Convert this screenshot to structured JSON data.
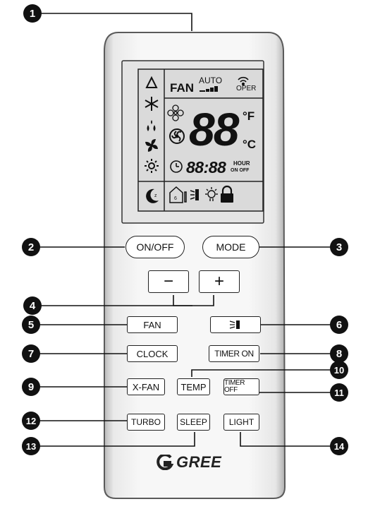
{
  "callouts": [
    "1",
    "2",
    "3",
    "4",
    "5",
    "6",
    "7",
    "8",
    "9",
    "10",
    "11",
    "12",
    "13",
    "14"
  ],
  "lcd": {
    "fan": "FAN",
    "auto": "AUTO",
    "oper": "OPER",
    "temp_digits": "88",
    "unit_f": "°F",
    "unit_c": "°C",
    "time_digits": "88:88",
    "hour": "HOUR",
    "on_off": "ON OFF"
  },
  "buttons": {
    "on_off": "ON/OFF",
    "mode": "MODE",
    "minus": "−",
    "plus": "+",
    "fan": "FAN",
    "swing_icon": "swing-icon",
    "clock": "CLOCK",
    "timer_on": "TIMER ON",
    "x_fan": "X-FAN",
    "temp": "TEMP",
    "timer_off": "TIMER OFF",
    "turbo": "TURBO",
    "sleep": "SLEEP",
    "light": "LIGHT"
  },
  "brand": {
    "name": "GREE"
  },
  "colors": {
    "body": "#f2f2f2",
    "body_edge": "#9a9a9a",
    "lcd": "#dedede",
    "ink": "#111111"
  },
  "icons": [
    "cool-mode-icon",
    "heat-mode-icon",
    "dry-mode-icon",
    "fan-mode-icon",
    "snowflake-icon",
    "moon-icon",
    "home-icon",
    "lamp-icon",
    "padlock-icon",
    "clock-icon",
    "signal-icon"
  ]
}
